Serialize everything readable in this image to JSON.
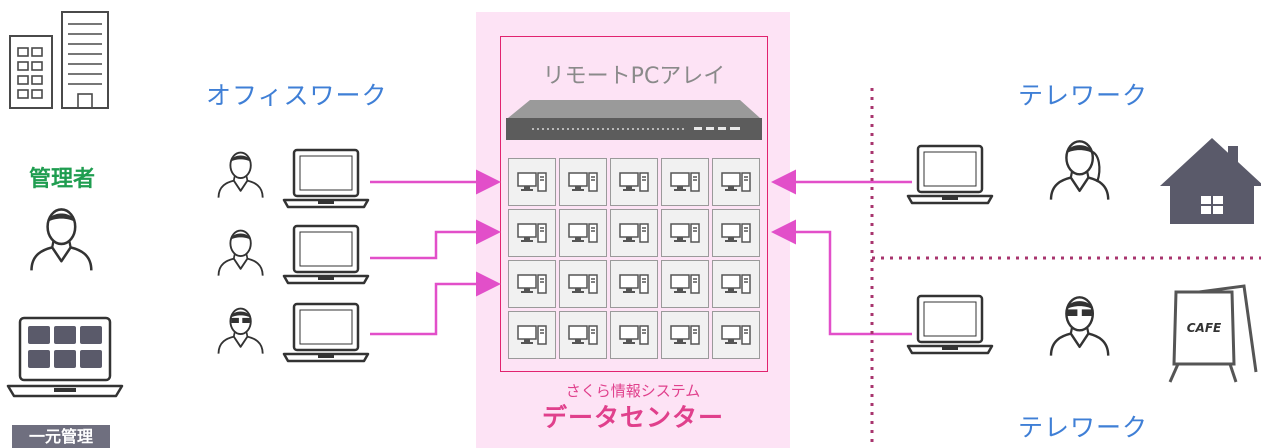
{
  "admin": {
    "label": "管理者",
    "badge": "一元管理"
  },
  "office": {
    "label": "オフィスワーク"
  },
  "datacenter": {
    "title": "リモートPCアレイ",
    "sub": "さくら情報システム",
    "main": "データセンター"
  },
  "telework_home": {
    "label": "テレワーク"
  },
  "telework_cafe": {
    "label": "テレワーク",
    "sign": "CAFE"
  },
  "colors": {
    "accent_pink": "#e24fc9",
    "label_blue": "#3f7fd6",
    "admin_green": "#1f9d50",
    "dc_red": "#e1236f",
    "dc_bg": "#fde3f5",
    "icon_dark": "#5a5a6a",
    "divider": "#a8356e"
  },
  "icons": [
    "building-icon",
    "person-icon",
    "laptop-icon",
    "server-rack-icon",
    "pc-icon",
    "house-icon",
    "cafe-sign-icon"
  ]
}
